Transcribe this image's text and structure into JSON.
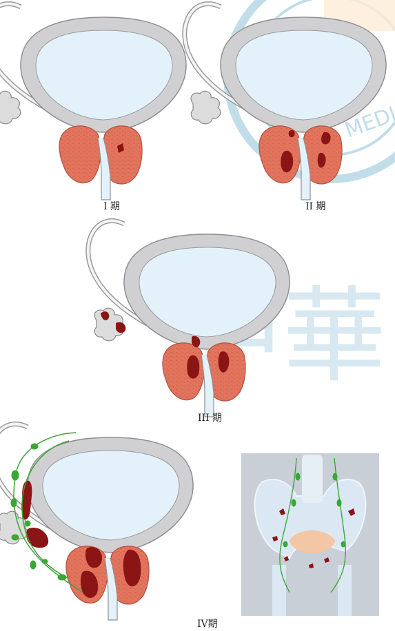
{
  "stages": [
    {
      "label": "I 期"
    },
    {
      "label": "II 期"
    },
    {
      "label": "III 期"
    },
    {
      "label": "IV期"
    }
  ],
  "watermark": {
    "text": "CHINESE MEDI",
    "characters": "中華",
    "color": "#4a9fbf"
  },
  "colors": {
    "bladder_fill": "#e3f1fb",
    "bladder_wall": "#d0d0d2",
    "prostate": "#e2745d",
    "tumor": "#8a1514",
    "lymph": "#3aa636",
    "pelvis_bone": "#dbe8f4"
  }
}
